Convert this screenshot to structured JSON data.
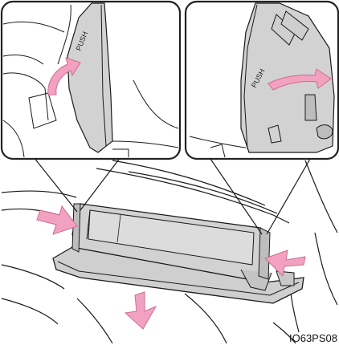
{
  "callouts": {
    "left": {
      "label": "PUSH"
    },
    "right": {
      "label": "PUSH"
    }
  },
  "figure_code": "IO63PS08",
  "colors": {
    "arrow_fill": "#f2a2c0",
    "arrow_stroke": "#d06a8f",
    "panel_fill": "#d2d2d2",
    "line": "#1a1a1a",
    "frame": "#222222"
  },
  "icons": [
    "push-arrow-icon",
    "push-arrow-icon",
    "open-direction-arrow-icon",
    "curved-motion-arrow-icon",
    "curved-motion-arrow-icon"
  ]
}
